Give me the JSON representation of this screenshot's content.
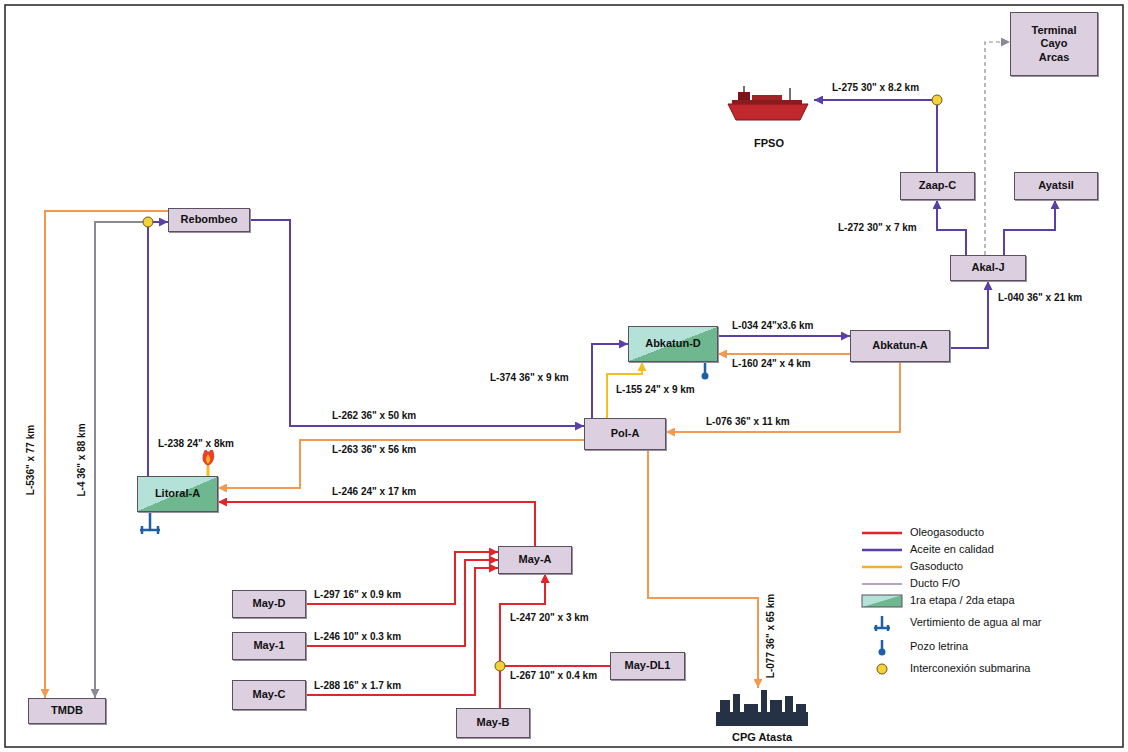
{
  "diagram": {
    "nodes": [
      {
        "text": [
          "Terminal Cayo Arcas"
        ]
      },
      {
        "text": [
          "FPSO"
        ]
      },
      {
        "text": [
          "Zaap-C"
        ]
      },
      {
        "text": [
          "Ayatsil"
        ]
      },
      {
        "text": [
          "Akal-J"
        ]
      },
      {
        "text": [
          "Abkatun-D"
        ]
      },
      {
        "text": [
          "Abkatun-A"
        ]
      },
      {
        "text": [
          "Rebombeo"
        ]
      },
      {
        "text": [
          "Pol-A"
        ]
      },
      {
        "text": [
          "Litoral-A"
        ]
      },
      {
        "text": [
          "May-A"
        ]
      },
      {
        "text": [
          "May-D"
        ]
      },
      {
        "text": [
          "May-1"
        ]
      },
      {
        "text": [
          "May-DL1"
        ]
      },
      {
        "text": [
          "May-C"
        ]
      },
      {
        "text": [
          "May-B"
        ]
      },
      {
        "text": [
          "TMDB"
        ]
      },
      {
        "text": [
          "CPG Atasta"
        ]
      }
    ],
    "edges": [
      {
        "from": 2,
        "to": 1,
        "arrow": "to",
        "label": "L-275 30\" x 8.2 km"
      },
      {
        "from": 4,
        "to": 0,
        "arrow": "to"
      },
      {
        "from": 4,
        "to": 2,
        "arrow": "to",
        "label": "L-272 30\" x 7 km"
      },
      {
        "from": 4,
        "to": 3,
        "arrow": "to"
      },
      {
        "from": 6,
        "to": 4,
        "arrow": "to",
        "label": "L-040 36\" x 21 km"
      },
      {
        "from": 5,
        "to": 6,
        "arrow": "to",
        "label": "L-034 24\"x3.6 km"
      },
      {
        "from": 6,
        "to": 5,
        "arrow": "to",
        "label": "L-160 24\" x 4 km"
      },
      {
        "from": 8,
        "to": 5,
        "arrow": "to",
        "label": "L-374 36\" x 9 km"
      },
      {
        "from": 8,
        "to": 5,
        "arrow": "to",
        "label": "L-155 24\" x 9 km"
      },
      {
        "from": 6,
        "to": 8,
        "arrow": "to",
        "label": "L-076 36\" x 11 km"
      },
      {
        "from": 7,
        "to": 8,
        "arrow": "to",
        "label": "L-262 36\" x 50 km"
      },
      {
        "from": 8,
        "to": 9,
        "arrow": "to",
        "label": "L-263 36\" x 56 km"
      },
      {
        "from": 9,
        "to": 7,
        "arrow": "to",
        "label": "L-238 24\" x 8km"
      },
      {
        "from": 7,
        "to": 16,
        "arrow": "to",
        "label": "L-4 36\" x 88 km"
      },
      {
        "from": 7,
        "to": 16,
        "arrow": "to",
        "label": "L-536\" x 77 km"
      },
      {
        "from": 10,
        "to": 9,
        "arrow": "to",
        "label": "L-246 24\" x 17 km"
      },
      {
        "from": 11,
        "to": 10,
        "arrow": "to",
        "label": "L-297 16\" x 0.9 km"
      },
      {
        "from": 12,
        "to": 10,
        "arrow": "to",
        "label": "L-246 10\" x 0.3 km"
      },
      {
        "from": 14,
        "to": 10,
        "arrow": "to",
        "label": "L-288 16\" x 1.7 km"
      },
      {
        "from": 15,
        "to": 10,
        "arrow": "to",
        "label": "L-247 20\" x 3 km"
      },
      {
        "from": 13,
        "to": 10,
        "arrow": "to",
        "label": "L-267 10\" x 0.4 km"
      },
      {
        "from": 8,
        "to": 17,
        "arrow": "to",
        "label": "L-077 36\" x 65 km"
      }
    ],
    "legend": [
      {
        "text": "Oleogasoducto"
      },
      {
        "text": "Aceite en calidad"
      },
      {
        "text": "Gasoducto"
      },
      {
        "text": "Ducto F/O"
      },
      {
        "text": "1ra etapa / 2da etapa"
      },
      {
        "text": "Vertimiento de agua al mar"
      },
      {
        "text": "Pozo letrina"
      },
      {
        "text": "Interconexión submarina"
      }
    ]
  }
}
